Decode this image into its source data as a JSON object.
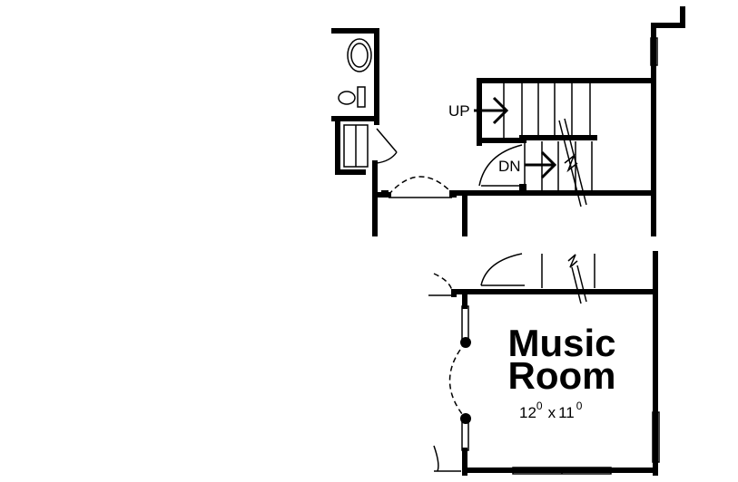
{
  "plan": {
    "room_name_line1": "Music",
    "room_name_line2": "Room",
    "dimension": {
      "width_ft": "12",
      "width_in": "0",
      "separator": "x",
      "depth_ft": "11",
      "depth_in": "0"
    },
    "stairs": {
      "up_label": "UP",
      "down_label": "DN"
    }
  }
}
